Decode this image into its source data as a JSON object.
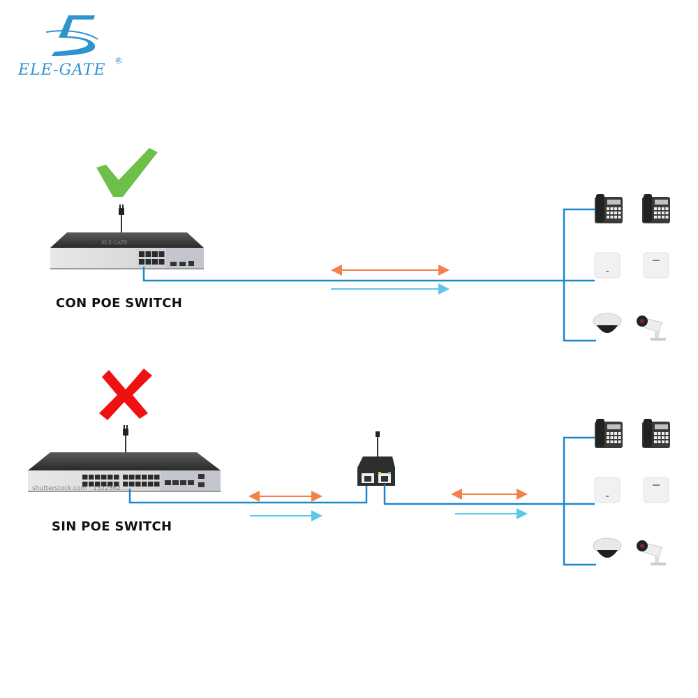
{
  "logo": {
    "brand_name": "ELE-GATE",
    "registered_mark": "®",
    "color": "#2d93d1"
  },
  "switch_brand_watermark": "ELE-GATE",
  "sections": [
    {
      "id": "with-poe",
      "label": "CON POE SWITCH",
      "status_icon": "check-icon",
      "status_color": "#6cc04a",
      "switch_ports": 8,
      "devices": [
        {
          "type": "ip-phone"
        },
        {
          "type": "ip-phone"
        },
        {
          "type": "access-point"
        },
        {
          "type": "access-point"
        },
        {
          "type": "dome-camera"
        },
        {
          "type": "bullet-camera"
        }
      ]
    },
    {
      "id": "without-poe",
      "label": "SIN POE SWITCH",
      "status_icon": "x-icon",
      "status_color": "#ee1111",
      "switch_ports": 24,
      "watermark_text": "shutterstock.com · 1522362...",
      "injector": "poe-injector",
      "devices": [
        {
          "type": "ip-phone"
        },
        {
          "type": "ip-phone"
        },
        {
          "type": "access-point"
        },
        {
          "type": "access-point"
        },
        {
          "type": "dome-camera"
        },
        {
          "type": "bullet-camera"
        }
      ]
    }
  ],
  "colors": {
    "cable": "#1a86d0",
    "power_arrow": "#f4804a",
    "data_arrow": "#5cc8e8"
  }
}
